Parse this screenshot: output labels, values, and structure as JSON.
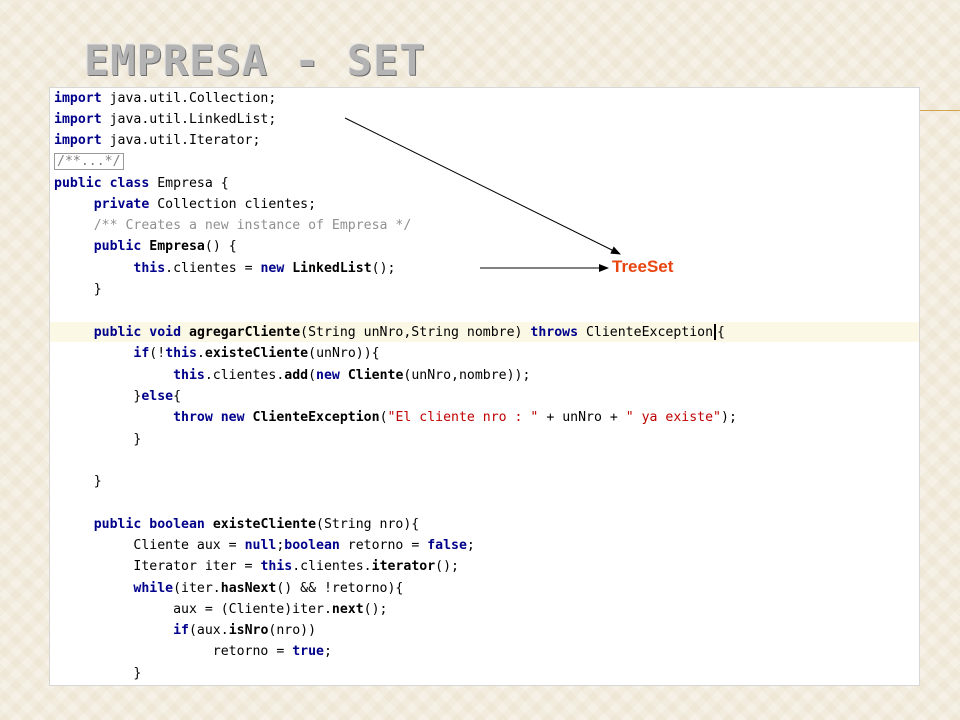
{
  "slide": {
    "title": "EMPRESA - SET",
    "annotation": "TreeSet"
  },
  "code": {
    "l1a": "import",
    "l1b": " java.util.Collection;",
    "l2a": "import",
    "l2b": " java.util.LinkedList;",
    "l3a": "import",
    "l3b": " java.util.Iterator;",
    "l4": "/**...*/",
    "l5a": "public class",
    "l5b": " Empresa {",
    "l6a": "private",
    "l6b": " Collection clientes;",
    "l7": "/** Creates a new instance of Empresa */",
    "l8a": "public",
    "l8b": "Empresa",
    "l8c": "() {",
    "l9a": "this",
    "l9b": ".clientes = ",
    "l9c": "new",
    "l9d": "LinkedList",
    "l9e": "();",
    "l10": "}",
    "l11a": "public void",
    "l11b": "agregarCliente",
    "l11c": "(String unNro,String nombre) ",
    "l11d": "throws",
    "l11e": " ClienteException",
    "l11f": "{",
    "l12a": "if",
    "l12b": "(!",
    "l12c": "this",
    "l12d": ".",
    "l12e": "existeCliente",
    "l12f": "(unNro)){",
    "l13a": "this",
    "l13b": ".clientes.",
    "l13c": "add",
    "l13d": "(",
    "l13e": "new",
    "l13f": "Cliente",
    "l13g": "(unNro,nombre));",
    "l14a": "}",
    "l14b": "else",
    "l14c": "{",
    "l15a": "throw new",
    "l15b": "ClienteException",
    "l15c": "(",
    "l15d": "\"El cliente nro : \"",
    "l15e": " + unNro + ",
    "l15f": "\" ya existe\"",
    "l15g": ");",
    "l16": "}",
    "l17": "}",
    "l18a": "public boolean",
    "l18b": "existeCliente",
    "l18c": "(String nro){",
    "l19a": "Cliente aux = ",
    "l19b": "null",
    "l19c": ";",
    "l19d": "boolean",
    "l19e": " retorno = ",
    "l19f": "false",
    "l19g": ";",
    "l20a": "Iterator iter = ",
    "l20b": "this",
    "l20c": ".clientes.",
    "l20d": "iterator",
    "l20e": "();",
    "l21a": "while",
    "l21b": "(iter.",
    "l21c": "hasNext",
    "l21d": "() && !retorno){",
    "l22a": "aux = (Cliente)iter.",
    "l22b": "next",
    "l22c": "();",
    "l23a": "if",
    "l23b": "(aux.",
    "l23c": "isNro",
    "l23d": "(nro))",
    "l24a": "retorno = ",
    "l24b": "true",
    "l24c": ";",
    "l25": "}"
  },
  "colors": {
    "annotation": "#e8450f",
    "keyword": "#00008b",
    "comment": "#909090",
    "string": "#c00000"
  }
}
